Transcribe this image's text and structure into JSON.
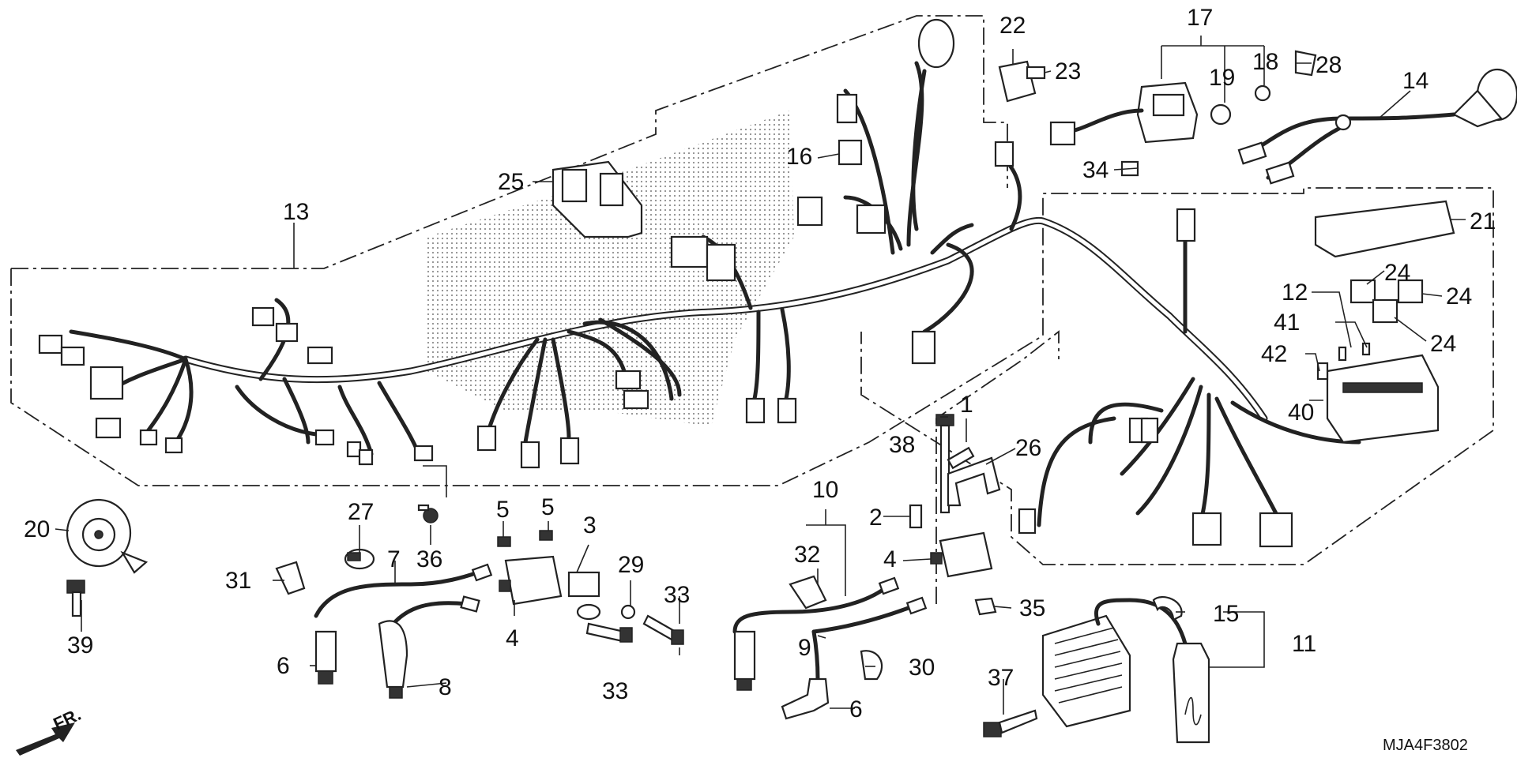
{
  "diagram": {
    "code": "MJA4F3802",
    "direction_label": "FR.",
    "callouts": {
      "c1": "1",
      "c2": "2",
      "c3": "3",
      "c4a": "4",
      "c4b": "4",
      "c5a": "5",
      "c5b": "5",
      "c6a": "6",
      "c6b": "6",
      "c7": "7",
      "c8": "8",
      "c9": "9",
      "c10": "10",
      "c11": "11",
      "c12": "12",
      "c13": "13",
      "c14": "14",
      "c15": "15",
      "c16": "16",
      "c17": "17",
      "c18": "18",
      "c19": "19",
      "c20": "20",
      "c21": "21",
      "c22": "22",
      "c23": "23",
      "c24a": "24",
      "c24b": "24",
      "c24c": "24",
      "c25": "25",
      "c26": "26",
      "c27": "27",
      "c28": "28",
      "c29": "29",
      "c30": "30",
      "c31": "31",
      "c32": "32",
      "c33a": "33",
      "c33b": "33",
      "c34": "34",
      "c35": "35",
      "c36": "36",
      "c37": "37",
      "c38": "38",
      "c39": "39",
      "c40": "40",
      "c41": "41",
      "c42": "42"
    }
  }
}
